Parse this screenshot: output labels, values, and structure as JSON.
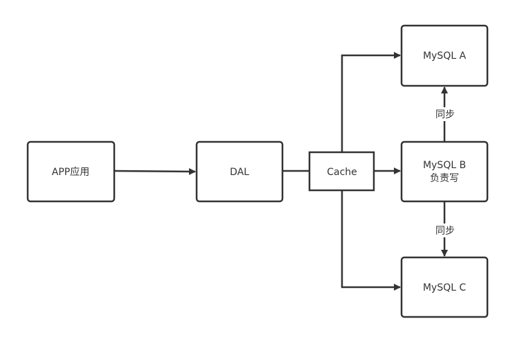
{
  "nodes": {
    "app": {
      "label": "APP应用"
    },
    "dal": {
      "label": "DAL"
    },
    "cache": {
      "label": "Cache"
    },
    "mysql_a": {
      "label": "MySQL A"
    },
    "mysql_b": {
      "label_line1": "MySQL B",
      "label_line2": "负责写"
    },
    "mysql_c": {
      "label": "MySQL C"
    }
  },
  "edges": {
    "sync_b_to_a": {
      "label": "同步"
    },
    "sync_b_to_c": {
      "label": "同步"
    }
  },
  "colors": {
    "stroke": "#333333",
    "fill": "#ffffff",
    "text": "#333333"
  }
}
